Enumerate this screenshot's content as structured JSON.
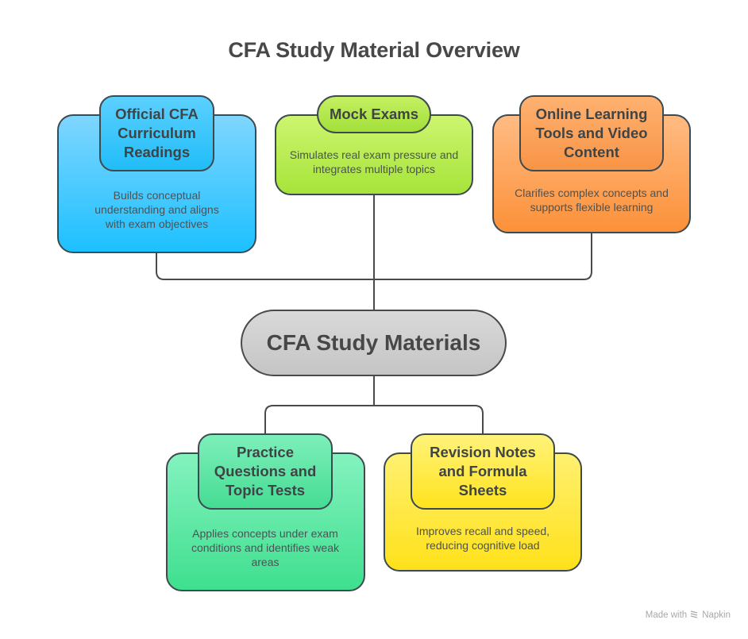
{
  "title": "CFA Study Material Overview",
  "center": {
    "label": "CFA Study Materials",
    "color": "#cfcfcf"
  },
  "nodes": [
    {
      "id": "official-curriculum",
      "title": "Official CFA Curriculum Readings",
      "title_lines": [
        "Official CFA",
        "Curriculum",
        "Readings"
      ],
      "description": "Builds conceptual understanding and aligns with exam objectives",
      "color": "#1dc0ff"
    },
    {
      "id": "mock-exams",
      "title": "Mock Exams",
      "title_lines": [
        "Mock Exams"
      ],
      "description": "Simulates real exam pressure and integrates multiple topics",
      "color": "#a6e43a"
    },
    {
      "id": "online-learning",
      "title": "Online Learning Tools and Video Content",
      "title_lines": [
        "Online Learning",
        "Tools and Video",
        "Content"
      ],
      "description": "Clarifies complex concepts and supports flexible learning",
      "color": "#fc9139"
    },
    {
      "id": "practice-questions",
      "title": "Practice Questions and Topic Tests",
      "title_lines": [
        "Practice",
        "Questions and",
        "Topic Tests"
      ],
      "description": "Applies concepts under exam conditions and identifies weak areas",
      "color": "#3fdf8f"
    },
    {
      "id": "revision-notes",
      "title": "Revision Notes and Formula Sheets",
      "title_lines": [
        "Revision Notes",
        "and Formula",
        "Sheets"
      ],
      "description": "Improves recall and speed, reducing cognitive load",
      "color": "#ffe11a"
    }
  ],
  "footer": {
    "made_with": "Made with",
    "brand": "Napkin",
    "icon": "napkin-logo-icon"
  }
}
